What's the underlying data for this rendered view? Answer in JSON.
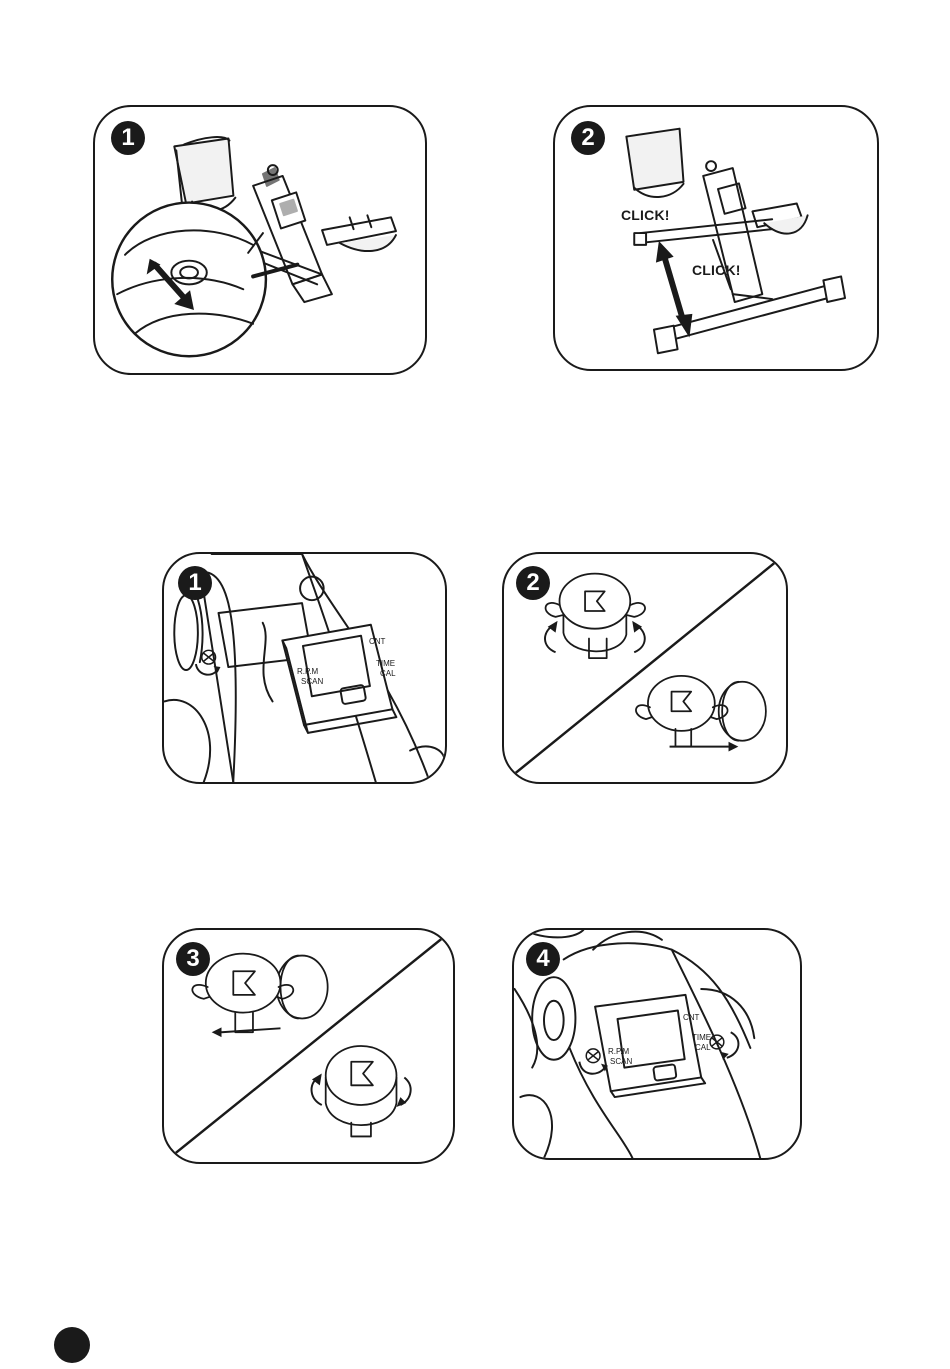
{
  "top_row": {
    "step1": {
      "badge": "1"
    },
    "step2": {
      "badge": "2",
      "click_upper": "CLICK!",
      "click_lower": "CLICK!"
    }
  },
  "meter_row_a": {
    "step1": {
      "badge": "1",
      "labels": {
        "cnt": "CNT",
        "time": "TIME",
        "cal": "CAL",
        "rpm": "R.P.M",
        "scan": "SCAN"
      }
    },
    "step2": {
      "badge": "2"
    }
  },
  "meter_row_b": {
    "step3": {
      "badge": "3"
    },
    "step4": {
      "badge": "4",
      "labels": {
        "cnt": "CNT",
        "time": "TIME",
        "cal": "CAL",
        "rpm": "R.P.M",
        "scan": "SCAN"
      }
    }
  },
  "icons": [
    "arrow-icon",
    "rotate-arrow-icon",
    "screw-icon",
    "battery-icon"
  ]
}
